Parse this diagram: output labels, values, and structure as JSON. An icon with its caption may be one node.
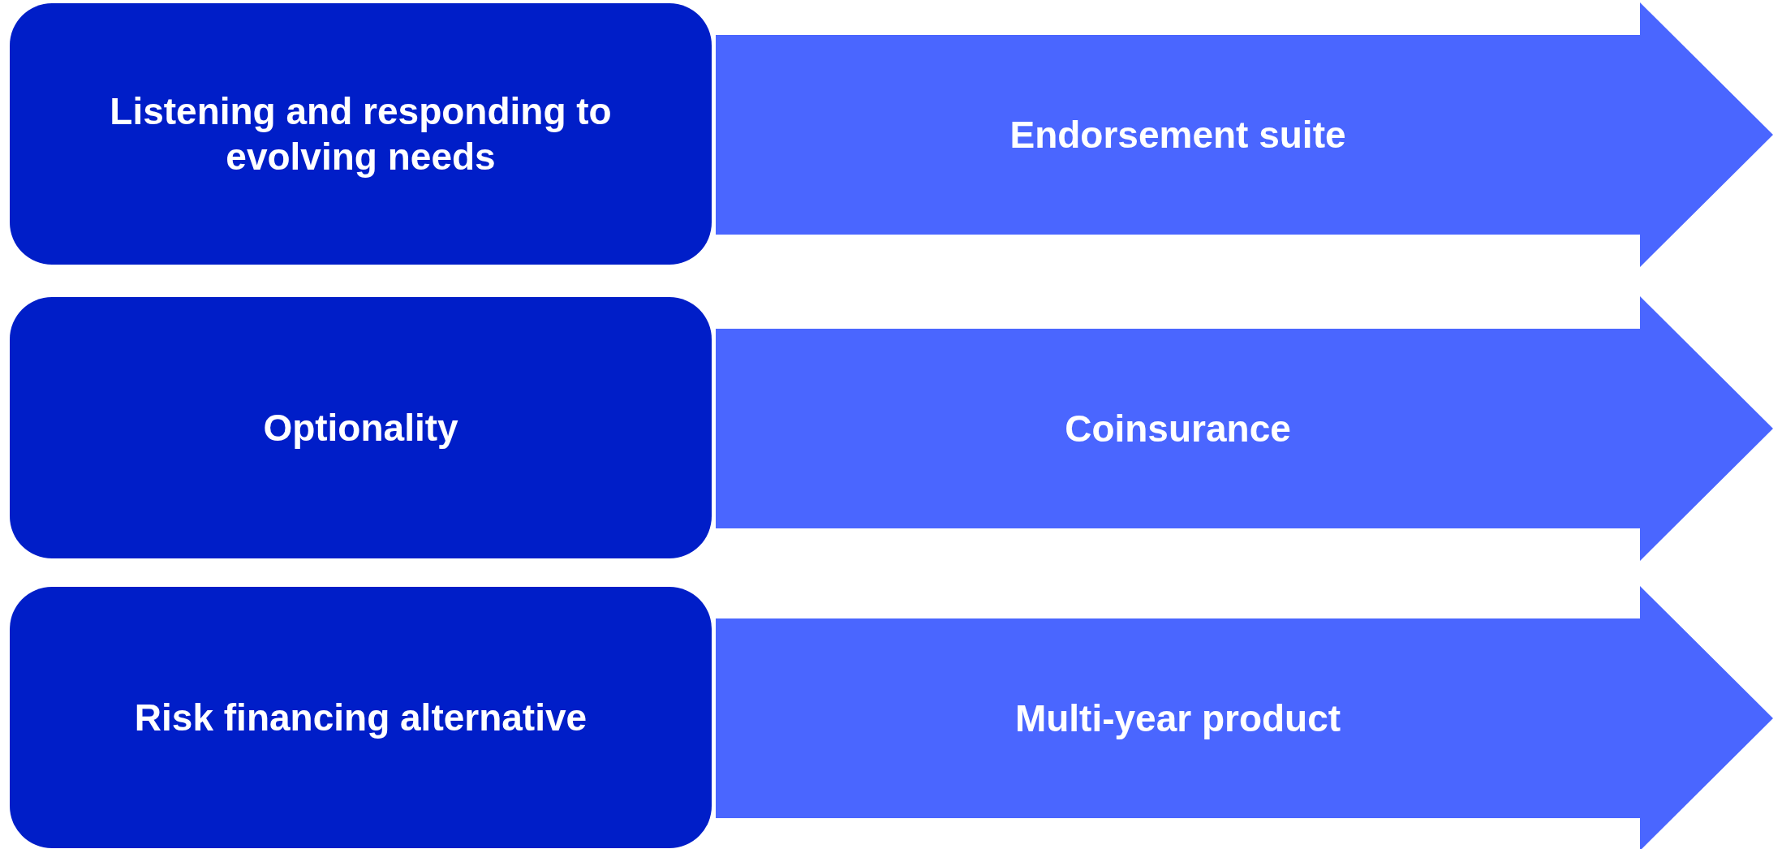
{
  "diagram": {
    "nodes": [
      {
        "text": [
          "Listening and responding to evolving needs"
        ]
      },
      {
        "text": [
          "Endorsement suite"
        ]
      },
      {
        "text": [
          "Optionality"
        ]
      },
      {
        "text": [
          "Coinsurance"
        ]
      },
      {
        "text": [
          "Risk financing alternative"
        ]
      },
      {
        "text": [
          "Multi-year product"
        ]
      }
    ]
  }
}
